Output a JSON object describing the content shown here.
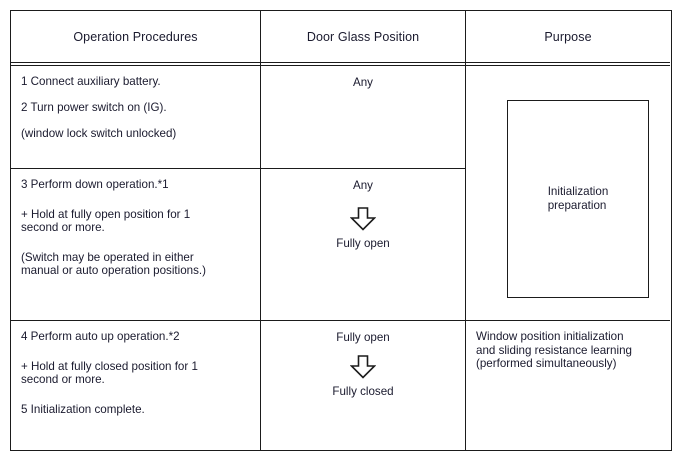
{
  "table": {
    "headers": [
      {
        "label": "Operation Procedures"
      },
      {
        "label": "Door Glass Position"
      },
      {
        "label": "Purpose"
      }
    ],
    "rows": [
      {
        "procedures": {
          "line1": "1 Connect auxiliary battery.",
          "line2": "2 Turn power switch on (IG).",
          "line3": "(window lock switch unlocked)"
        },
        "glass_position": {
          "start": "Any",
          "arrow": "down-arrow-icon",
          "end": ""
        }
      },
      {
        "procedures": {
          "line1": "3 Perform down operation.*1",
          "line2": "+ Hold at fully open position for 1",
          "line3": "second or more.",
          "line4": "(Switch may be operated in either",
          "line5": "manual or auto operation positions.)"
        },
        "glass_position": {
          "start": "Any",
          "arrow": "down-arrow-icon",
          "end": "Fully open"
        }
      },
      {
        "procedures": {
          "line1": "4 Perform auto up operation.*2",
          "line2": "+ Hold at fully closed position for 1",
          "line3": "second or more.",
          "line4": "5 Initialization complete."
        },
        "glass_position": {
          "start": "Fully open",
          "arrow": "down-arrow-icon",
          "end": "Fully closed"
        }
      }
    ],
    "purpose_merged_box": {
      "text": "Initialization\npreparation"
    },
    "purpose_row3": {
      "text": "Window position initialization\nand sliding resistance learning\n(performed simultaneously)"
    }
  },
  "colors": {
    "border": "#1b1b1b",
    "text": "#1a1a2e",
    "background": "#ffffff"
  }
}
